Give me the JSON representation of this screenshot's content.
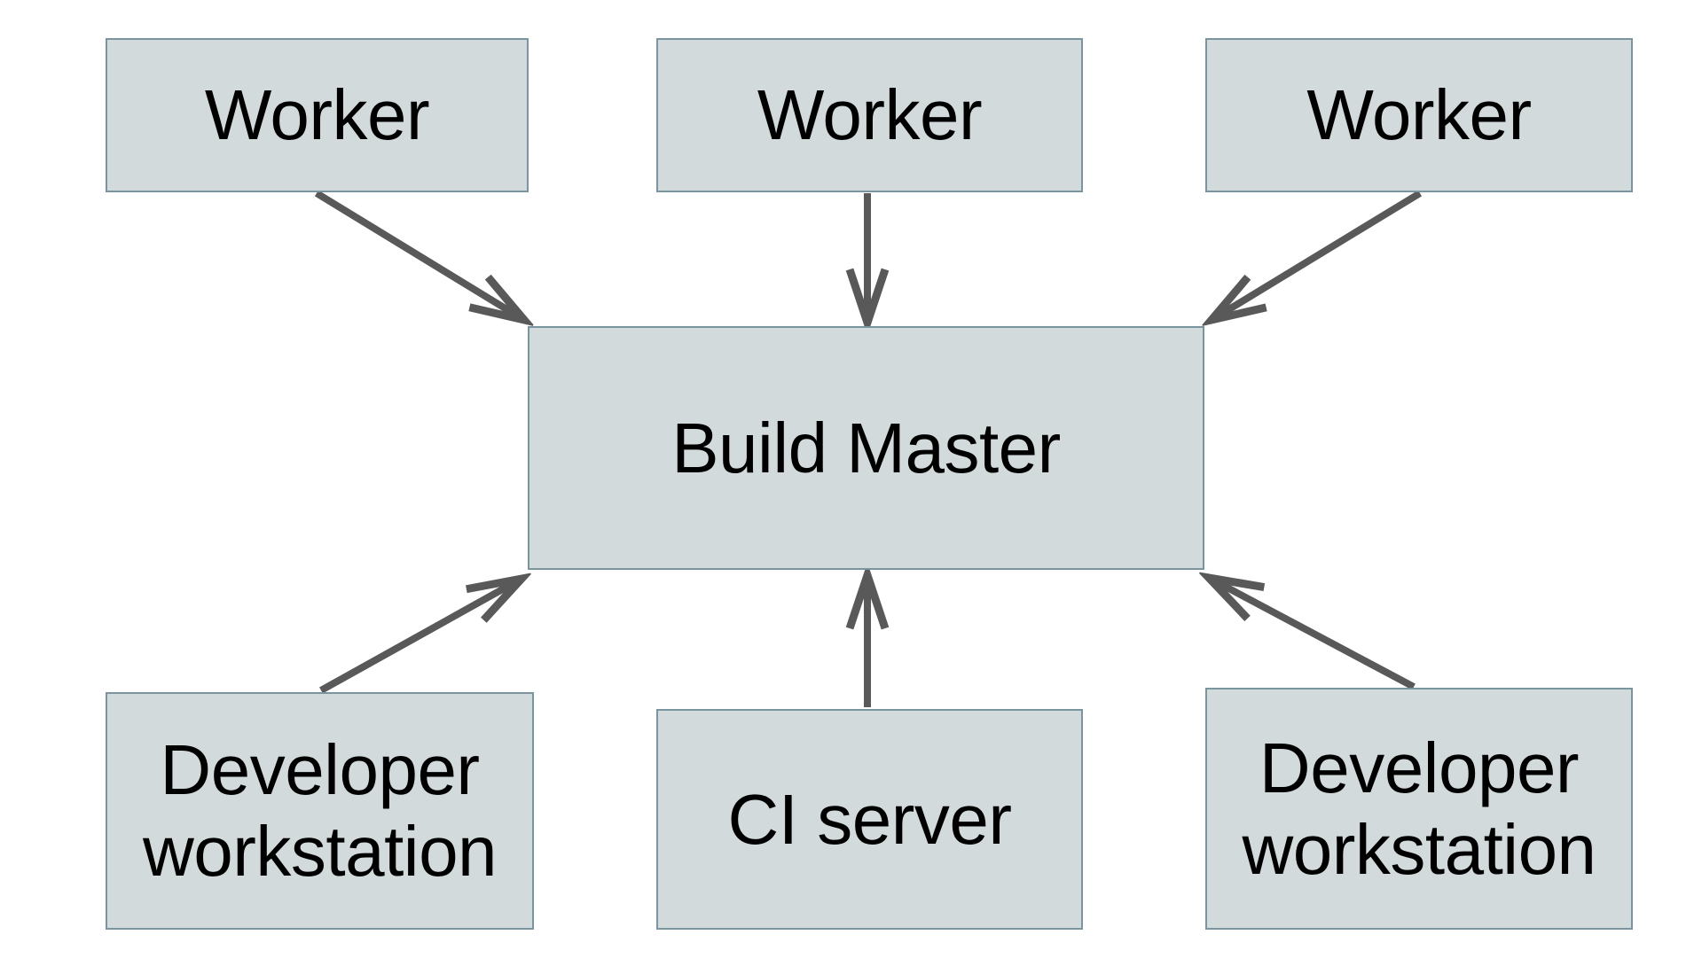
{
  "diagram": {
    "type": "architecture-diagram",
    "nodes": [
      {
        "id": "worker-1",
        "label": "Worker"
      },
      {
        "id": "worker-2",
        "label": "Worker"
      },
      {
        "id": "worker-3",
        "label": "Worker"
      },
      {
        "id": "build-master",
        "label": "Build Master"
      },
      {
        "id": "dev-workstation-left",
        "label": "Developer workstation"
      },
      {
        "id": "ci-server",
        "label": "CI server"
      },
      {
        "id": "dev-workstation-right",
        "label": "Developer workstation"
      }
    ],
    "edges": [
      {
        "from": "worker-1",
        "to": "build-master"
      },
      {
        "from": "worker-2",
        "to": "build-master"
      },
      {
        "from": "worker-3",
        "to": "build-master"
      },
      {
        "from": "dev-workstation-left",
        "to": "build-master"
      },
      {
        "from": "ci-server",
        "to": "build-master"
      },
      {
        "from": "dev-workstation-right",
        "to": "build-master"
      }
    ],
    "colors": {
      "node_fill": "#d3dadc",
      "node_border": "#7b95a0",
      "arrow": "#595959",
      "label_text": "#000000",
      "background": "#ffffff"
    }
  }
}
